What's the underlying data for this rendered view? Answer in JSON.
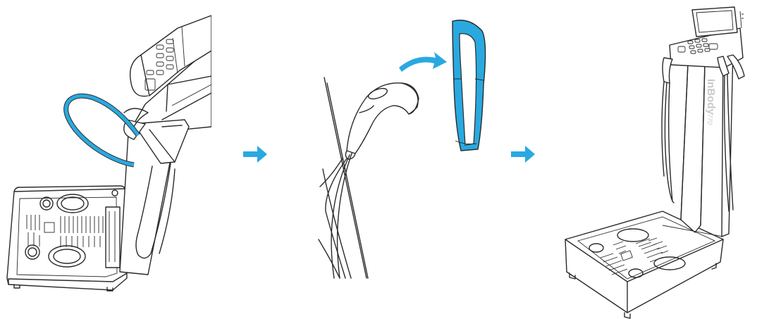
{
  "colors": {
    "accent": "#29a9e0",
    "line": "#2a2a2a",
    "background": "#ffffff",
    "logo_text": "#c8c8c8"
  },
  "steps": [
    {
      "id": "step-1",
      "depicts": "strap-loop-on-handle"
    },
    {
      "id": "step-2",
      "depicts": "detached-handle-and-strap"
    },
    {
      "id": "step-3",
      "depicts": "complete-device"
    }
  ],
  "arrows": [
    "arrow-right-icon",
    "arrow-right-icon"
  ],
  "device": {
    "brand": "InBody",
    "model": "770"
  }
}
